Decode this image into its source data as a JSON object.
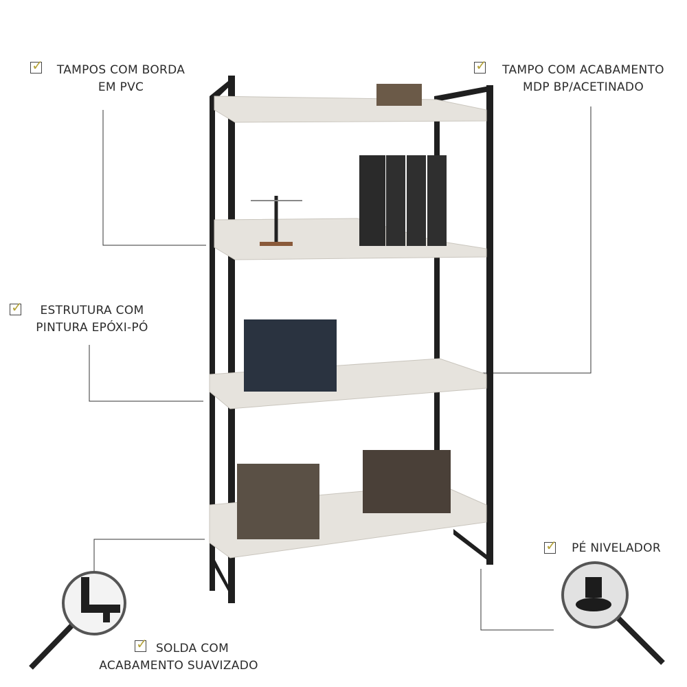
{
  "features": {
    "top_edges": {
      "line1": "TAMPOS COM BORDA",
      "line2": "EM PVC"
    },
    "top_finish": {
      "line1": "TAMPO COM ACABAMENTO",
      "line2": "MDP BP/ACETINADO"
    },
    "structure": {
      "line1": "ESTRUTURA COM",
      "line2": "PINTURA EPÓXI-PÓ"
    },
    "leveling_foot": {
      "line1": "PÉ NIVELADOR"
    },
    "weld": {
      "line1": "SOLDA COM",
      "line2": "ACABAMENTO SUAVIZADO"
    }
  },
  "check_glyph": "✓",
  "colors": {
    "frame": "#1f1f1f",
    "shelf": "#e6e3dd",
    "check": "#b5a33a",
    "text": "#2b2b2b"
  }
}
